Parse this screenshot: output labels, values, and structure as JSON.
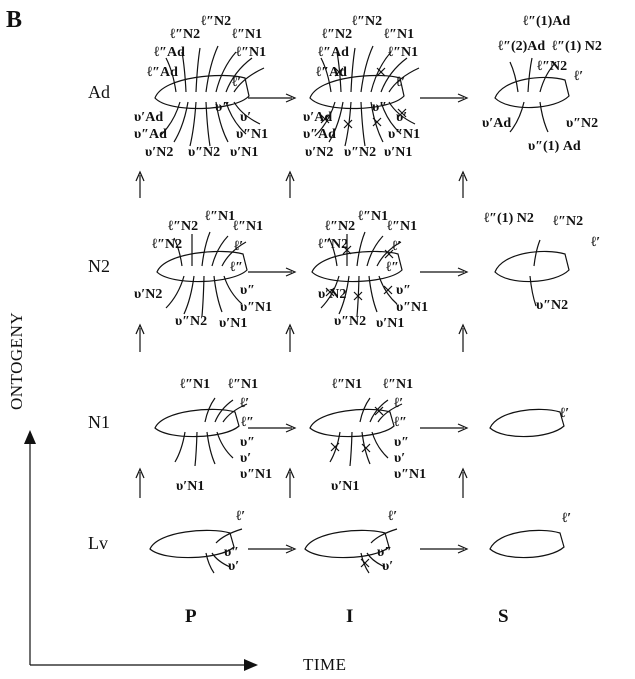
{
  "panel_label": "B",
  "axes": {
    "y_label": "ONTOGENY",
    "x_label": "TIME"
  },
  "rows": [
    "Ad",
    "N2",
    "N1",
    "Lv"
  ],
  "columns": [
    "P",
    "I",
    "S"
  ],
  "setae": {
    "ad_p": [
      "ℓ″N2",
      "ℓ″N2",
      "ℓ″N1",
      "ℓ″Ad",
      "ℓ″N1",
      "ℓ″Ad",
      "ℓ′",
      "υ″",
      "υ′",
      "υ′Ad",
      "υ″Ad",
      "υ″N1",
      "υ′N2",
      "υ″N2",
      "υ′N1"
    ],
    "ad_i": [
      "ℓ″N2",
      "ℓ″N2",
      "ℓ″N1",
      "ℓ″Ad",
      "ℓ″N1",
      "ℓ″Ad",
      "ℓ′",
      "υ″",
      "υ′",
      "υ′Ad",
      "υ″Ad",
      "υ″N1",
      "υ′N2",
      "υ″N2",
      "υ′N1"
    ],
    "ad_s": [
      "ℓ″(1)Ad",
      "ℓ″(2)Ad",
      "ℓ″(1) N2",
      "ℓ″N2",
      "ℓ′",
      "υ′Ad",
      "υ″N2",
      "υ″(1) Ad"
    ],
    "n2_p": [
      "ℓ″N2",
      "ℓ″N1",
      "ℓ″N1",
      "ℓ″N2",
      "ℓ′",
      "ℓ″",
      "υ″",
      "υ′N2",
      "υ″N1",
      "υ″N2",
      "υ′N1"
    ],
    "n2_i": [
      "ℓ″N2",
      "ℓ″N1",
      "ℓ″N1",
      "ℓ″N2",
      "ℓ′",
      "ℓ″",
      "υ″",
      "υ′N2",
      "υ″N1",
      "υ″N2",
      "υ′N1"
    ],
    "n2_s": [
      "ℓ″(1) N2",
      "ℓ″N2",
      "ℓ′",
      "υ″N2"
    ],
    "n1_p": [
      "ℓ″N1",
      "ℓ″N1",
      "ℓ′",
      "ℓ″",
      "υ″",
      "υ′",
      "υ″N1",
      "υ′N1"
    ],
    "n1_i": [
      "ℓ″N1",
      "ℓ″N1",
      "ℓ′",
      "ℓ″",
      "υ″",
      "υ′",
      "υ″N1",
      "υ′N1"
    ],
    "n1_s": [
      "ℓ′"
    ],
    "lv_p": [
      "ℓ′",
      "υ″",
      "υ′"
    ],
    "lv_i": [
      "ℓ′",
      "υ″",
      "υ′"
    ],
    "lv_s": [
      "ℓ′"
    ]
  }
}
